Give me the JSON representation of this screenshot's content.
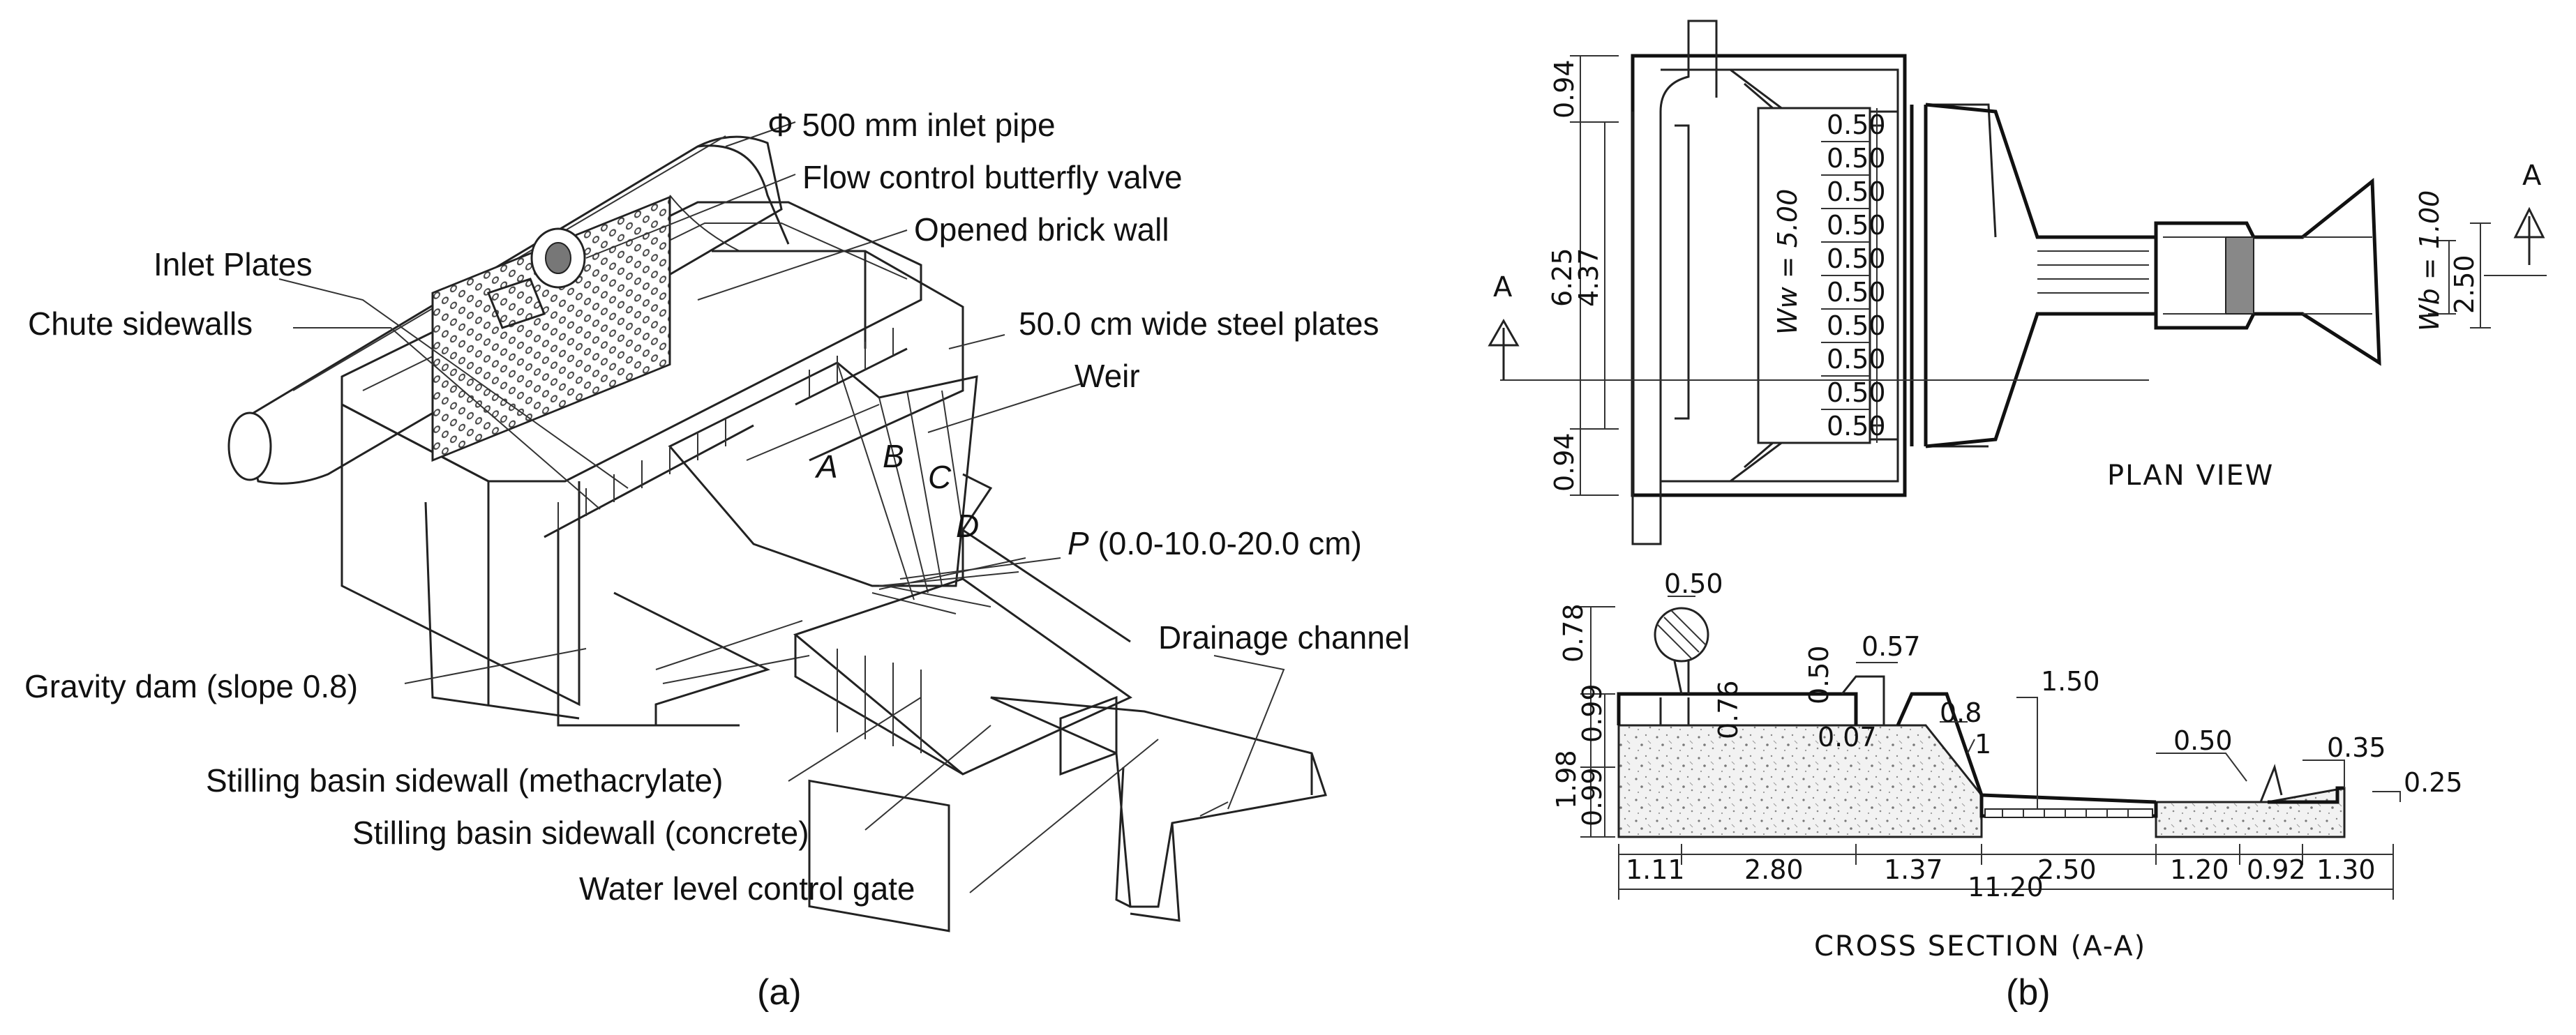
{
  "panel_a": {
    "caption": "(a)",
    "labels": {
      "inlet_pipe": "Φ 500 mm inlet pipe",
      "butterfly_valve": "Flow control butterfly valve",
      "brick_wall": "Opened brick wall",
      "inlet_plates": "Inlet Plates",
      "chute_sidewalls": "Chute sidewalls",
      "steel_plates": "50.0 cm wide steel plates",
      "weir": "Weir",
      "p_label_symbol": "P",
      "p_label_values": " (0.0-10.0-20.0 cm)",
      "gravity_dam": "Gravity dam (slope 0.8)",
      "drainage_channel": "Drainage channel",
      "basin_methacrylate": "Stilling basin sidewall (methacrylate)",
      "basin_concrete": "Stilling basin sidewall (concrete)",
      "control_gate": "Water level control gate"
    },
    "plate_letters": [
      "A",
      "B",
      "C",
      "D"
    ]
  },
  "panel_b": {
    "caption": "(b)",
    "plan": {
      "title": "PLAN VIEW",
      "section_marker": "A",
      "plate_widths": [
        "0.50",
        "0.50",
        "0.50",
        "0.50",
        "0.50",
        "0.50",
        "0.50",
        "0.50",
        "0.50",
        "0.50"
      ],
      "ww_label": "Ww = 5.00",
      "wb_label": "Wb = 1.00",
      "left_dims": [
        "0.94",
        "6.25",
        "4.37",
        "0.94"
      ],
      "right_dim": "2.50"
    },
    "section": {
      "title": "CROSS SECTION (A-A)",
      "top_dims": {
        "pipe": "0.50",
        "crest": "0.57",
        "v76": "0.76",
        "v50": "0.50",
        "h07": "0.07",
        "slope_h": "0.8",
        "slope_v": "1",
        "len150": "1.50",
        "gate": "0.50",
        "end": "0.35",
        "end_h": "0.25"
      },
      "left_dims": [
        "0.78",
        "0.99",
        "1.98",
        "0.99"
      ],
      "bottom_dims": [
        "1.11",
        "2.80",
        "1.37",
        "2.50",
        "1.20",
        "0.92",
        "1.30"
      ],
      "total": "11.20"
    }
  }
}
